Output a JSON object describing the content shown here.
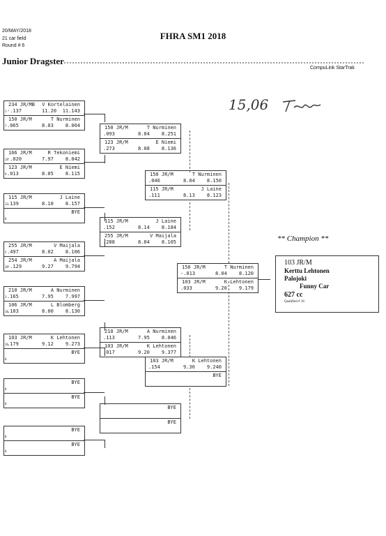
{
  "header": {
    "date": "20/MAY/2018",
    "field": "21 car field",
    "round": "Round # 6",
    "title": "FHRA SM1 2018",
    "class": "Junior Dragster",
    "vendor": "CompuLink StarTrak",
    "handwritten_time": "15,06"
  },
  "round1": [
    {
      "top": {
        "car": "234 JR/MB",
        "driver": "V Kortelainen",
        "lane": "1",
        "rt": "-.137",
        "et": "11.20",
        "spd": "11.143"
      },
      "bottom": {
        "car": "150 JR/M",
        "driver": "T Nurminen",
        "lane": "7",
        "rt": ".065",
        "et": "8.03",
        "spd": "8.064"
      }
    },
    {
      "top": {
        "car": "166 JR/M",
        "driver": "R Tekoniemi",
        "lane": "14",
        "rt": "-.020",
        "et": "7.97",
        "spd": "8.042"
      },
      "bottom": {
        "car": "123 JR/M",
        "driver": "E Niemi",
        "lane": "9",
        "rt": ".013",
        "et": "8.05",
        "spd": "8.115"
      }
    },
    {
      "top": {
        "car": "115 JR/M",
        "driver": "J Laine",
        "lane": "12",
        "rt": ".139",
        "et": "8.10",
        "spd": "8.157"
      },
      "bottom": {
        "car": "",
        "driver": "BYE",
        "lane": "0",
        "rt": "",
        "et": "",
        "spd": ""
      }
    },
    {
      "top": {
        "car": "255 JR/M",
        "driver": "V Maijala",
        "lane": "5",
        "rt": ".497",
        "et": "8.02",
        "spd": "8.106"
      },
      "bottom": {
        "car": "254 JR/M",
        "driver": "A Maijala",
        "lane": "20",
        "rt": "-.129",
        "et": "9.27",
        "spd": "9.794"
      }
    },
    {
      "top": {
        "car": "210 JR/M",
        "driver": "A Nurminen",
        "lane": "3",
        "rt": ".165",
        "et": "7.95",
        "spd": "7.997"
      },
      "bottom": {
        "car": "106 JR/M",
        "driver": "L Blomberg",
        "lane": "18",
        "rt": ".103",
        "et": "8.00",
        "spd": "8.130"
      }
    },
    {
      "top": {
        "car": "103 JR/M",
        "driver": "K Lehtonen",
        "lane": "16",
        "rt": ".179",
        "et": "9.12",
        "spd": "9.273"
      },
      "bottom": {
        "car": "",
        "driver": "BYE",
        "lane": "0",
        "rt": "",
        "et": "",
        "spd": ""
      }
    },
    {
      "top": {
        "car": "",
        "driver": "BYE",
        "lane": "0",
        "rt": "",
        "et": "",
        "spd": ""
      },
      "bottom": {
        "car": "",
        "driver": "BYE",
        "lane": "0",
        "rt": "",
        "et": "",
        "spd": ""
      }
    },
    {
      "top": {
        "car": "",
        "driver": "BYE",
        "lane": "0",
        "rt": "",
        "et": "",
        "spd": ""
      },
      "bottom": {
        "car": "",
        "driver": "BYE",
        "lane": "0",
        "rt": "",
        "et": "",
        "spd": ""
      }
    }
  ],
  "round2": [
    {
      "top": {
        "car": "150 JR/M",
        "driver": "T Nurminen",
        "lane": "",
        "rt": ".093",
        "et": "8.04",
        "spd": "8.251"
      },
      "bottom": {
        "car": "123 JR/M",
        "driver": "E Niemi",
        "lane": "",
        "rt": ".273",
        "et": "8.08",
        "spd": "8.136"
      }
    },
    {
      "top": {
        "car": "115 JR/M",
        "driver": "J Laine",
        "lane": "",
        "rt": ".152",
        "et": "8.14",
        "spd": "8.184"
      },
      "bottom": {
        "car": "255 JR/M",
        "driver": "V Maijala",
        "lane": "",
        "rt": ".288",
        "et": "8.04",
        "spd": "8.105"
      }
    },
    {
      "top": {
        "car": "210 JR/M",
        "driver": "A Nurminen",
        "lane": "",
        "rt": ".113",
        "et": "7.95",
        "spd": "8.046"
      },
      "bottom": {
        "car": "103 JR/M",
        "driver": "K Lehtonen",
        "lane": "",
        "rt": ".017",
        "et": "9.20",
        "spd": "9.377"
      }
    },
    {
      "top": {
        "car": "",
        "driver": "BYE",
        "lane": "",
        "rt": "",
        "et": "",
        "spd": ""
      },
      "bottom": {
        "car": "",
        "driver": "BYE",
        "lane": "",
        "rt": "",
        "et": "",
        "spd": ""
      }
    }
  ],
  "round3": [
    {
      "top": {
        "car": "150 JR/M",
        "driver": "T Nurminen",
        "lane": "",
        "rt": ".046",
        "et": "8.04",
        "spd": "8.150"
      },
      "bottom": {
        "car": "115 JR/M",
        "driver": "J Laine",
        "lane": "",
        "rt": ".111",
        "et": "8.13",
        "spd": "8.123"
      }
    },
    {
      "top": {
        "car": "103 JR/M",
        "driver": "K Lehtonen",
        "lane": "",
        "rt": ".154",
        "et": "9.30",
        "spd": "9.240"
      },
      "bottom": {
        "car": "",
        "driver": "BYE",
        "lane": "",
        "rt": "",
        "et": "",
        "spd": ""
      }
    }
  ],
  "final": [
    {
      "top": {
        "car": "150 JR/M",
        "driver": "T Nurminen",
        "lane": "",
        "rt": "-.013",
        "et": "8.04",
        "spd": "8.120"
      },
      "bottom": {
        "car": "103 JR/M",
        "driver": "K Lehtonen",
        "lane": "",
        "rt": ".033",
        "et": "9.20",
        "spd": "9.179"
      }
    }
  ],
  "champion": {
    "label": "** Champion **",
    "car": "103  JR/M",
    "driver": "Kerttu Lehtonen",
    "town": "Palojoki",
    "car_type": "Funny Car",
    "engine": "627 cc",
    "qualified": "Qualified # 16"
  }
}
